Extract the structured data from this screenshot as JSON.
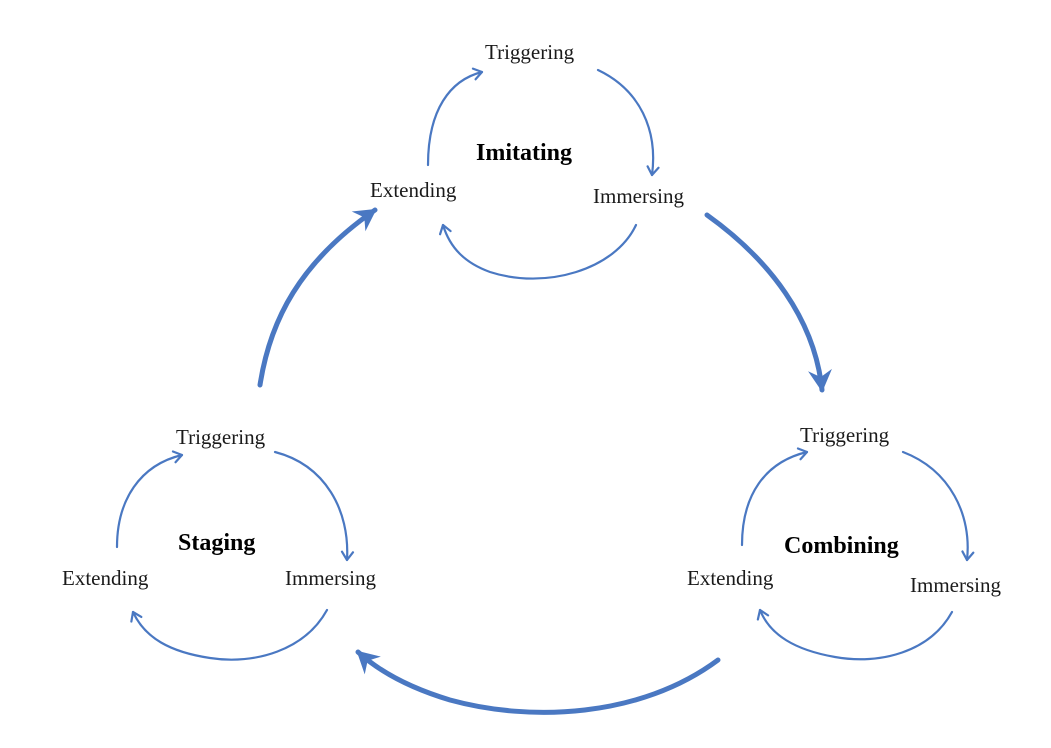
{
  "colors": {
    "arrow": "#4a78c2",
    "text": "#1a1a1a"
  },
  "cycles": [
    {
      "id": "imitating",
      "center_label": "Imitating",
      "steps": {
        "triggering": "Triggering",
        "immersing": "Immersing",
        "extending": "Extending"
      }
    },
    {
      "id": "staging",
      "center_label": "Staging",
      "steps": {
        "triggering": "Triggering",
        "immersing": "Immersing",
        "extending": "Extending"
      }
    },
    {
      "id": "combining",
      "center_label": "Combining",
      "steps": {
        "triggering": "Triggering",
        "immersing": "Immersing",
        "extending": "Extending"
      }
    }
  ]
}
